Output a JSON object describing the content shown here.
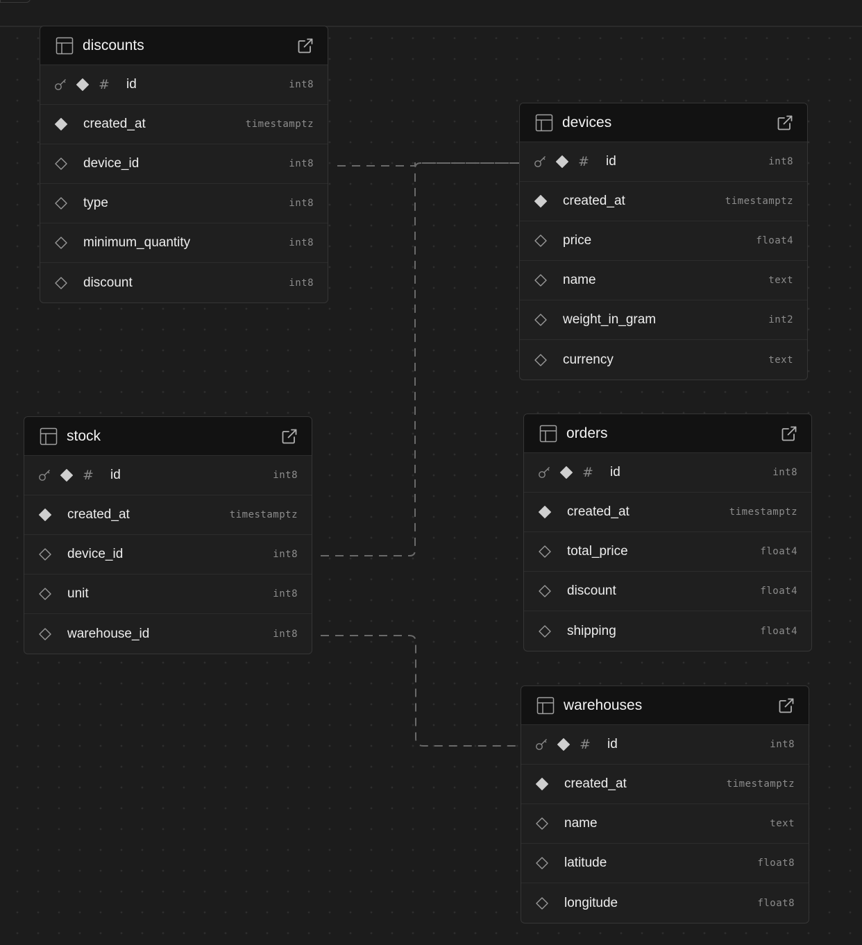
{
  "colors": {
    "background": "#1c1c1c",
    "node_header": "#121212",
    "node_body": "#1f1f1f",
    "edge": "#6a6a6a"
  },
  "tables": {
    "discounts": {
      "name": "discounts",
      "columns": [
        {
          "name": "id",
          "type": "int8",
          "primary": true
        },
        {
          "name": "created_at",
          "type": "timestamptz"
        },
        {
          "name": "device_id",
          "type": "int8"
        },
        {
          "name": "type",
          "type": "int8"
        },
        {
          "name": "minimum_quantity",
          "type": "int8"
        },
        {
          "name": "discount",
          "type": "int8"
        }
      ]
    },
    "devices": {
      "name": "devices",
      "columns": [
        {
          "name": "id",
          "type": "int8",
          "primary": true
        },
        {
          "name": "created_at",
          "type": "timestamptz"
        },
        {
          "name": "price",
          "type": "float4"
        },
        {
          "name": "name",
          "type": "text"
        },
        {
          "name": "weight_in_gram",
          "type": "int2"
        },
        {
          "name": "currency",
          "type": "text"
        }
      ]
    },
    "stock": {
      "name": "stock",
      "columns": [
        {
          "name": "id",
          "type": "int8",
          "primary": true
        },
        {
          "name": "created_at",
          "type": "timestamptz"
        },
        {
          "name": "device_id",
          "type": "int8"
        },
        {
          "name": "unit",
          "type": "int8"
        },
        {
          "name": "warehouse_id",
          "type": "int8"
        }
      ]
    },
    "orders": {
      "name": "orders",
      "columns": [
        {
          "name": "id",
          "type": "int8",
          "primary": true
        },
        {
          "name": "created_at",
          "type": "timestamptz"
        },
        {
          "name": "total_price",
          "type": "float4"
        },
        {
          "name": "discount",
          "type": "float4"
        },
        {
          "name": "shipping",
          "type": "float4"
        }
      ]
    },
    "warehouses": {
      "name": "warehouses",
      "columns": [
        {
          "name": "id",
          "type": "int8",
          "primary": true
        },
        {
          "name": "created_at",
          "type": "timestamptz"
        },
        {
          "name": "name",
          "type": "text"
        },
        {
          "name": "latitude",
          "type": "float8"
        },
        {
          "name": "longitude",
          "type": "float8"
        }
      ]
    }
  },
  "relations": [
    {
      "from": "discounts.device_id",
      "to": "devices.id"
    },
    {
      "from": "stock.device_id",
      "to": "devices.id"
    },
    {
      "from": "stock.warehouse_id",
      "to": "warehouses.id"
    }
  ]
}
